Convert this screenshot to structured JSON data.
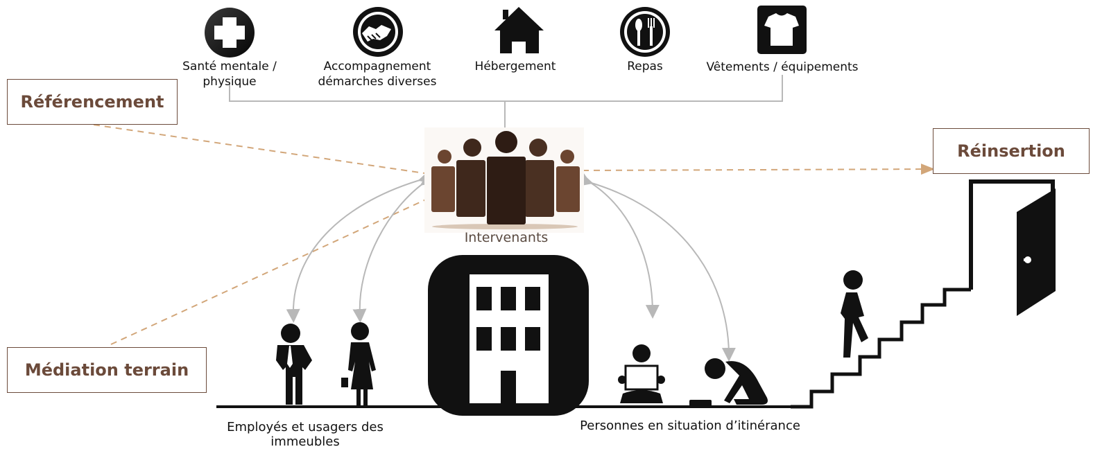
{
  "services": [
    {
      "icon": "medical-cross-icon",
      "label_line1": "Santé mentale /",
      "label_line2": "physique"
    },
    {
      "icon": "handshake-icon",
      "label_line1": "Accompagnement",
      "label_line2": "démarches diverses"
    },
    {
      "icon": "house-icon",
      "label_line1": "Hébergement",
      "label_line2": ""
    },
    {
      "icon": "fork-spoon-icon",
      "label_line1": "Repas",
      "label_line2": ""
    },
    {
      "icon": "tshirt-icon",
      "label_line1": "Vêtements / équipements",
      "label_line2": ""
    }
  ],
  "boxes": {
    "referencement": "Référencement",
    "mediation": "Médiation terrain",
    "reinsertion": "Réinsertion"
  },
  "center_label": "Intervenants",
  "captions": {
    "employees": "Employés et usagers des immeubles",
    "homeless": "Personnes en situation d’itinérance"
  },
  "colors": {
    "dashed_link": "#d2a679",
    "connector": "#b8b8b8",
    "box_text": "#6b4a3a",
    "people_dark": "#2e1c14",
    "people_mid": "#4a3022",
    "people_light": "#6b4530"
  }
}
